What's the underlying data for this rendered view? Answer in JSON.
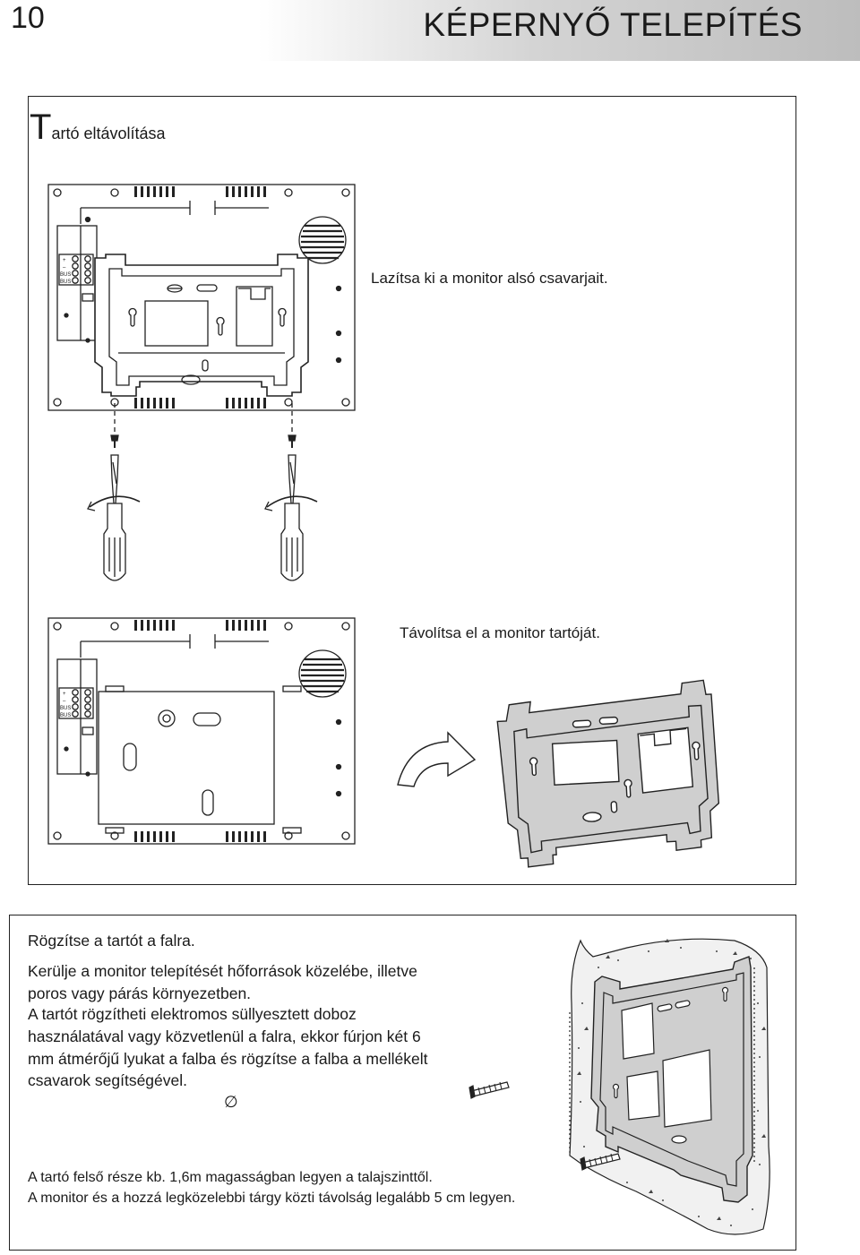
{
  "header": {
    "page_number": "10",
    "title": "KÉPERNYŐ TELEPÍTÉS"
  },
  "removal": {
    "title_initial": "T",
    "title_rest": "artó eltávolítása",
    "step1": "Lazítsa ki a monitor alsó csavarjait.",
    "step2": "Távolítsa el a monitor tartóját."
  },
  "terminal": {
    "plus": "+",
    "minus": "–",
    "bus1": "BUS",
    "bus2": "BUS"
  },
  "mounting": {
    "lines": [
      "Rögzítse a tartót a falra.",
      "Kerülje a monitor telepítését hőforrások közelébe, illetve",
      "poros vagy párás környezetben.",
      "A tartót rögzítheti elektromos süllyesztett doboz",
      "használatával vagy közvetlenül a falra, ekkor fúrjon két 6",
      "mm átmérőjű lyukat a falba és rögzítse a falba a mellékelt",
      "csavarok segítségével."
    ],
    "diameter_symbol": "∅",
    "notes": [
      "A tartó felső része kb. 1,6m magasságban legyen a talajszinttől.",
      "A monitor és a hozzá legközelebbi tárgy közti távolság legalább 5 cm legyen."
    ]
  }
}
